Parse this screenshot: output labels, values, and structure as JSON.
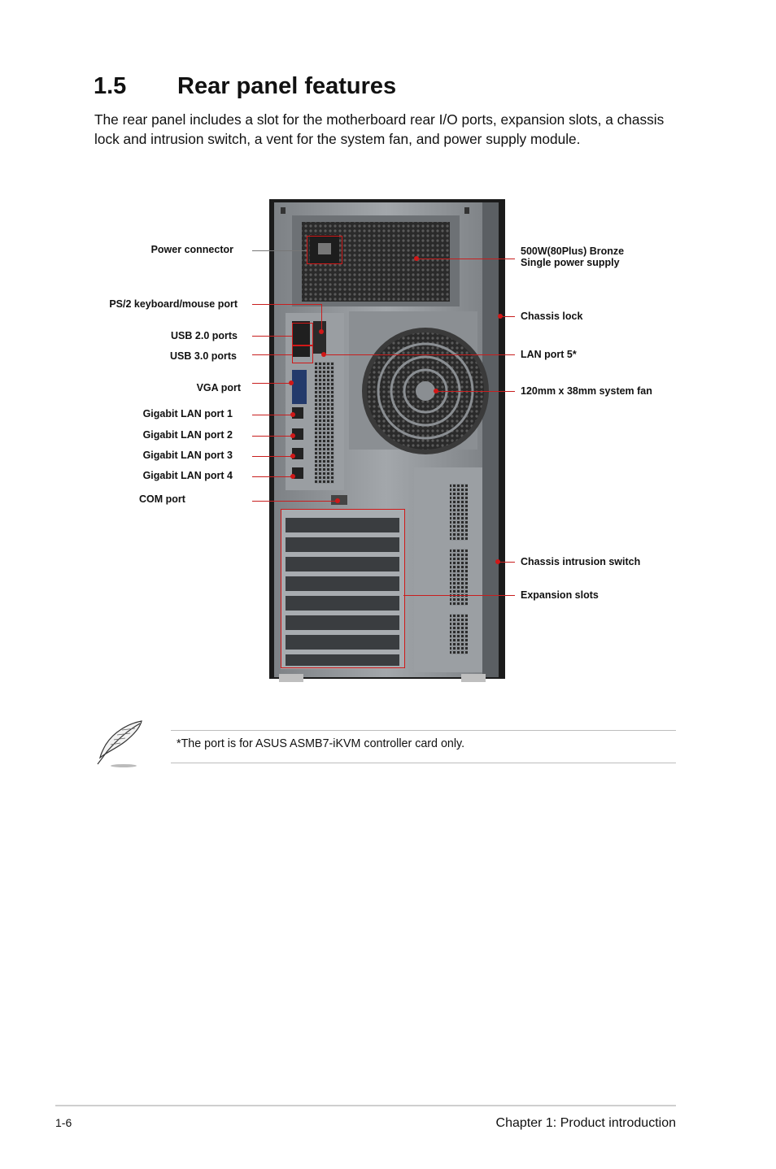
{
  "section": {
    "number": "1.5",
    "title": "Rear panel features"
  },
  "intro": "The rear panel includes a slot for the motherboard rear I/O ports, expansion slots, a chassis lock and intrusion switch, a vent for the system fan, and power supply module.",
  "labels": {
    "power_connector": "Power connector",
    "ps2_port": "PS/2 keyboard/mouse port",
    "usb2_ports": "USB 2.0 ports",
    "usb3_ports": "USB 3.0 ports",
    "vga_port": "VGA port",
    "gigabit_lan_1": "Gigabit LAN port 1",
    "gigabit_lan_2": "Gigabit LAN port 2",
    "gigabit_lan_3": "Gigabit LAN port 3",
    "gigabit_lan_4": "Gigabit LAN port 4",
    "com_port": "COM port",
    "psu_line1": "500W(80Plus) Bronze",
    "psu_line2": "Single power supply",
    "chassis_lock": "Chassis lock",
    "lan_port_5": "LAN port 5*",
    "system_fan": "120mm x 38mm system fan",
    "chassis_intrusion": "Chassis intrusion switch",
    "expansion_slots": "Expansion slots"
  },
  "note": {
    "icon": "feather-pen-icon",
    "text": "*The port is for ASUS ASMB7-iKVM controller card only."
  },
  "footer": {
    "page": "1-6",
    "chapter": "Chapter 1:  Product introduction"
  },
  "colors": {
    "callout": "#d01818",
    "chassis": "#8c9094",
    "frame": "#1a1a1a"
  }
}
